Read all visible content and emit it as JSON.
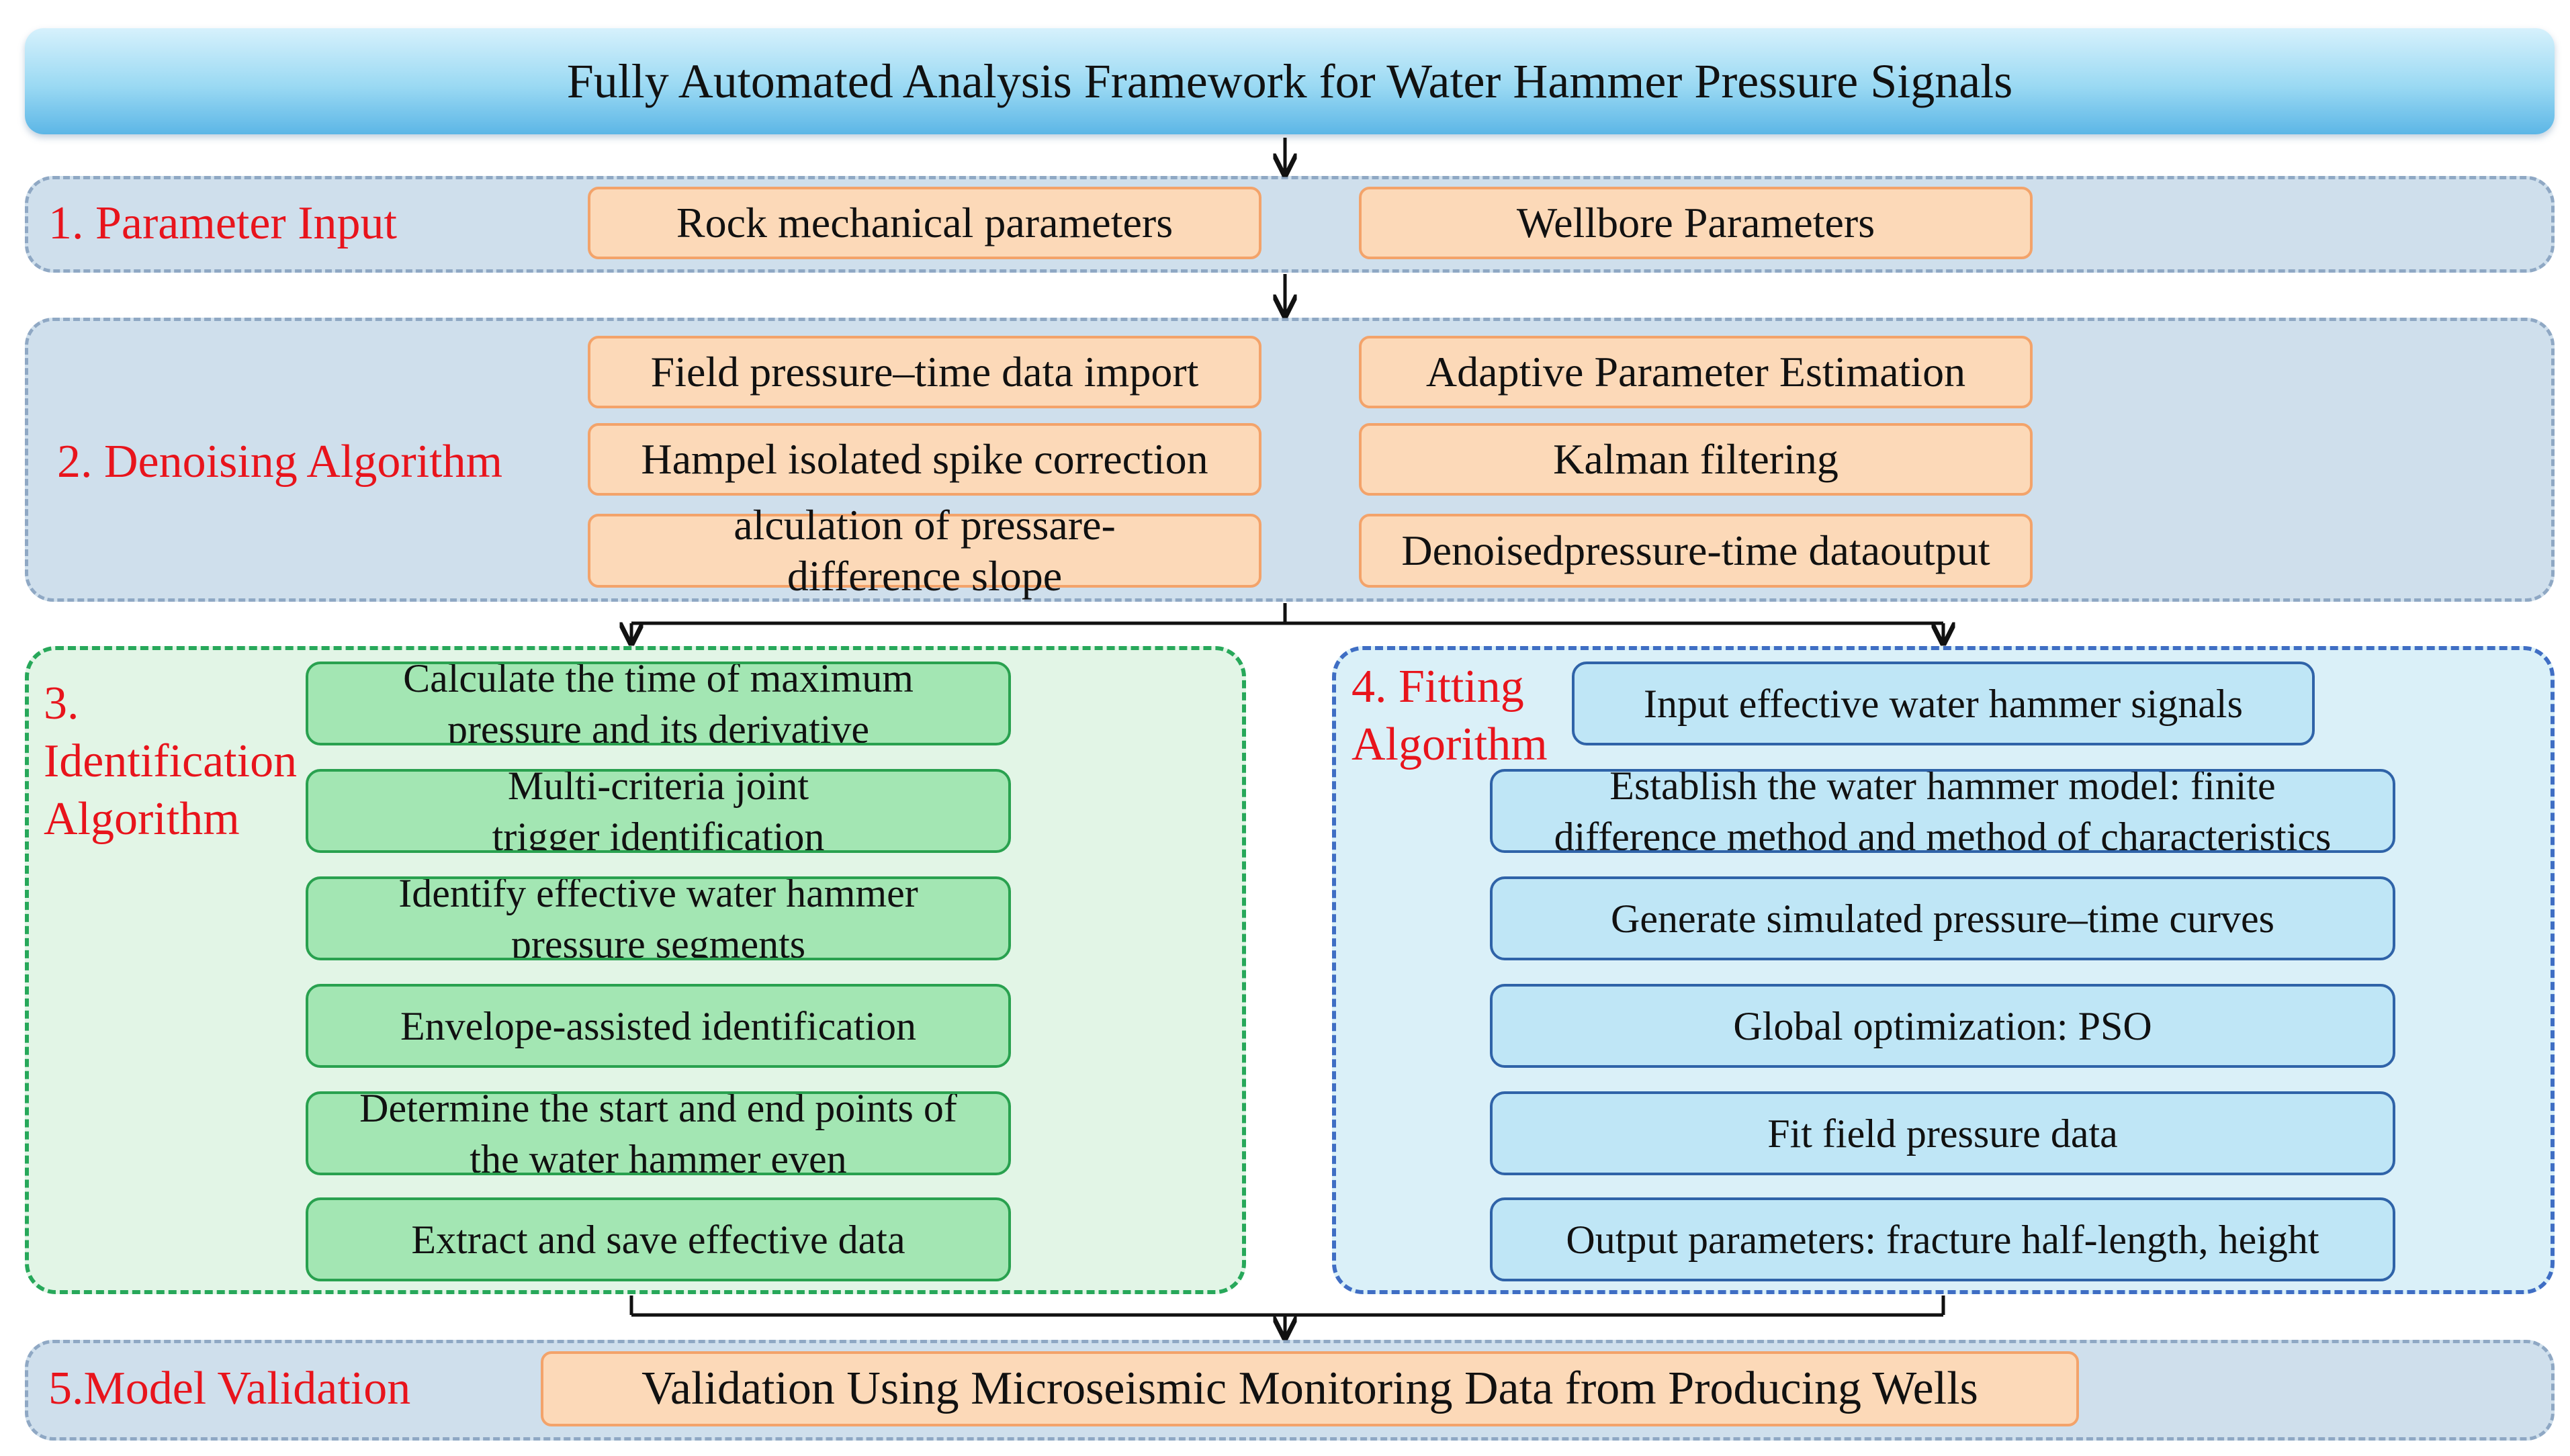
{
  "title": "Fully Automated Analysis Framework for Water Hammer Pressure Signals",
  "section1": {
    "label": "1. Parameter Input",
    "boxes": [
      "Rock mechanical parameters",
      "Wellbore Parameters"
    ]
  },
  "section2": {
    "label": "2. Denoising Algorithm",
    "left_boxes": [
      "Field pressure–time data import",
      "Hampel isolated spike correction",
      "alculation of pressare-difference slope"
    ],
    "right_boxes": [
      "Adaptive Parameter Estimation",
      "Kalman filtering",
      "Denoisedpressure-time dataoutput"
    ]
  },
  "section3": {
    "label_lines": [
      "3.",
      "Identification",
      "Algorithm"
    ],
    "boxes": [
      "Calculate the time of maximum pressure and its derivative",
      "Multi-criteria joint trigger identification",
      "Identify effective water hammer pressure segments",
      "Envelope-assisted identification",
      "Determine the start and end points of the water hammer even",
      "Extract and save effective data"
    ]
  },
  "section4": {
    "label_lines": [
      "4. Fitting",
      "Algorithm"
    ],
    "boxes": [
      "Input effective water hammer signals",
      "Establish the water hammer model: finite difference method and method of characteristics",
      "Generate simulated pressure–time curves",
      "Global optimization: PSO",
      "Fit field pressure data",
      "Output parameters: fracture half-length, height"
    ]
  },
  "section5": {
    "label": "5.Model Validation",
    "box": "Validation Using Microseismic Monitoring Data from Producing Wells"
  },
  "colors": {
    "label_red": "#e8141c",
    "peach_fill": "#fcd9b8",
    "green_fill": "#a3e6b3",
    "blue_fill": "#bfe6f6"
  }
}
